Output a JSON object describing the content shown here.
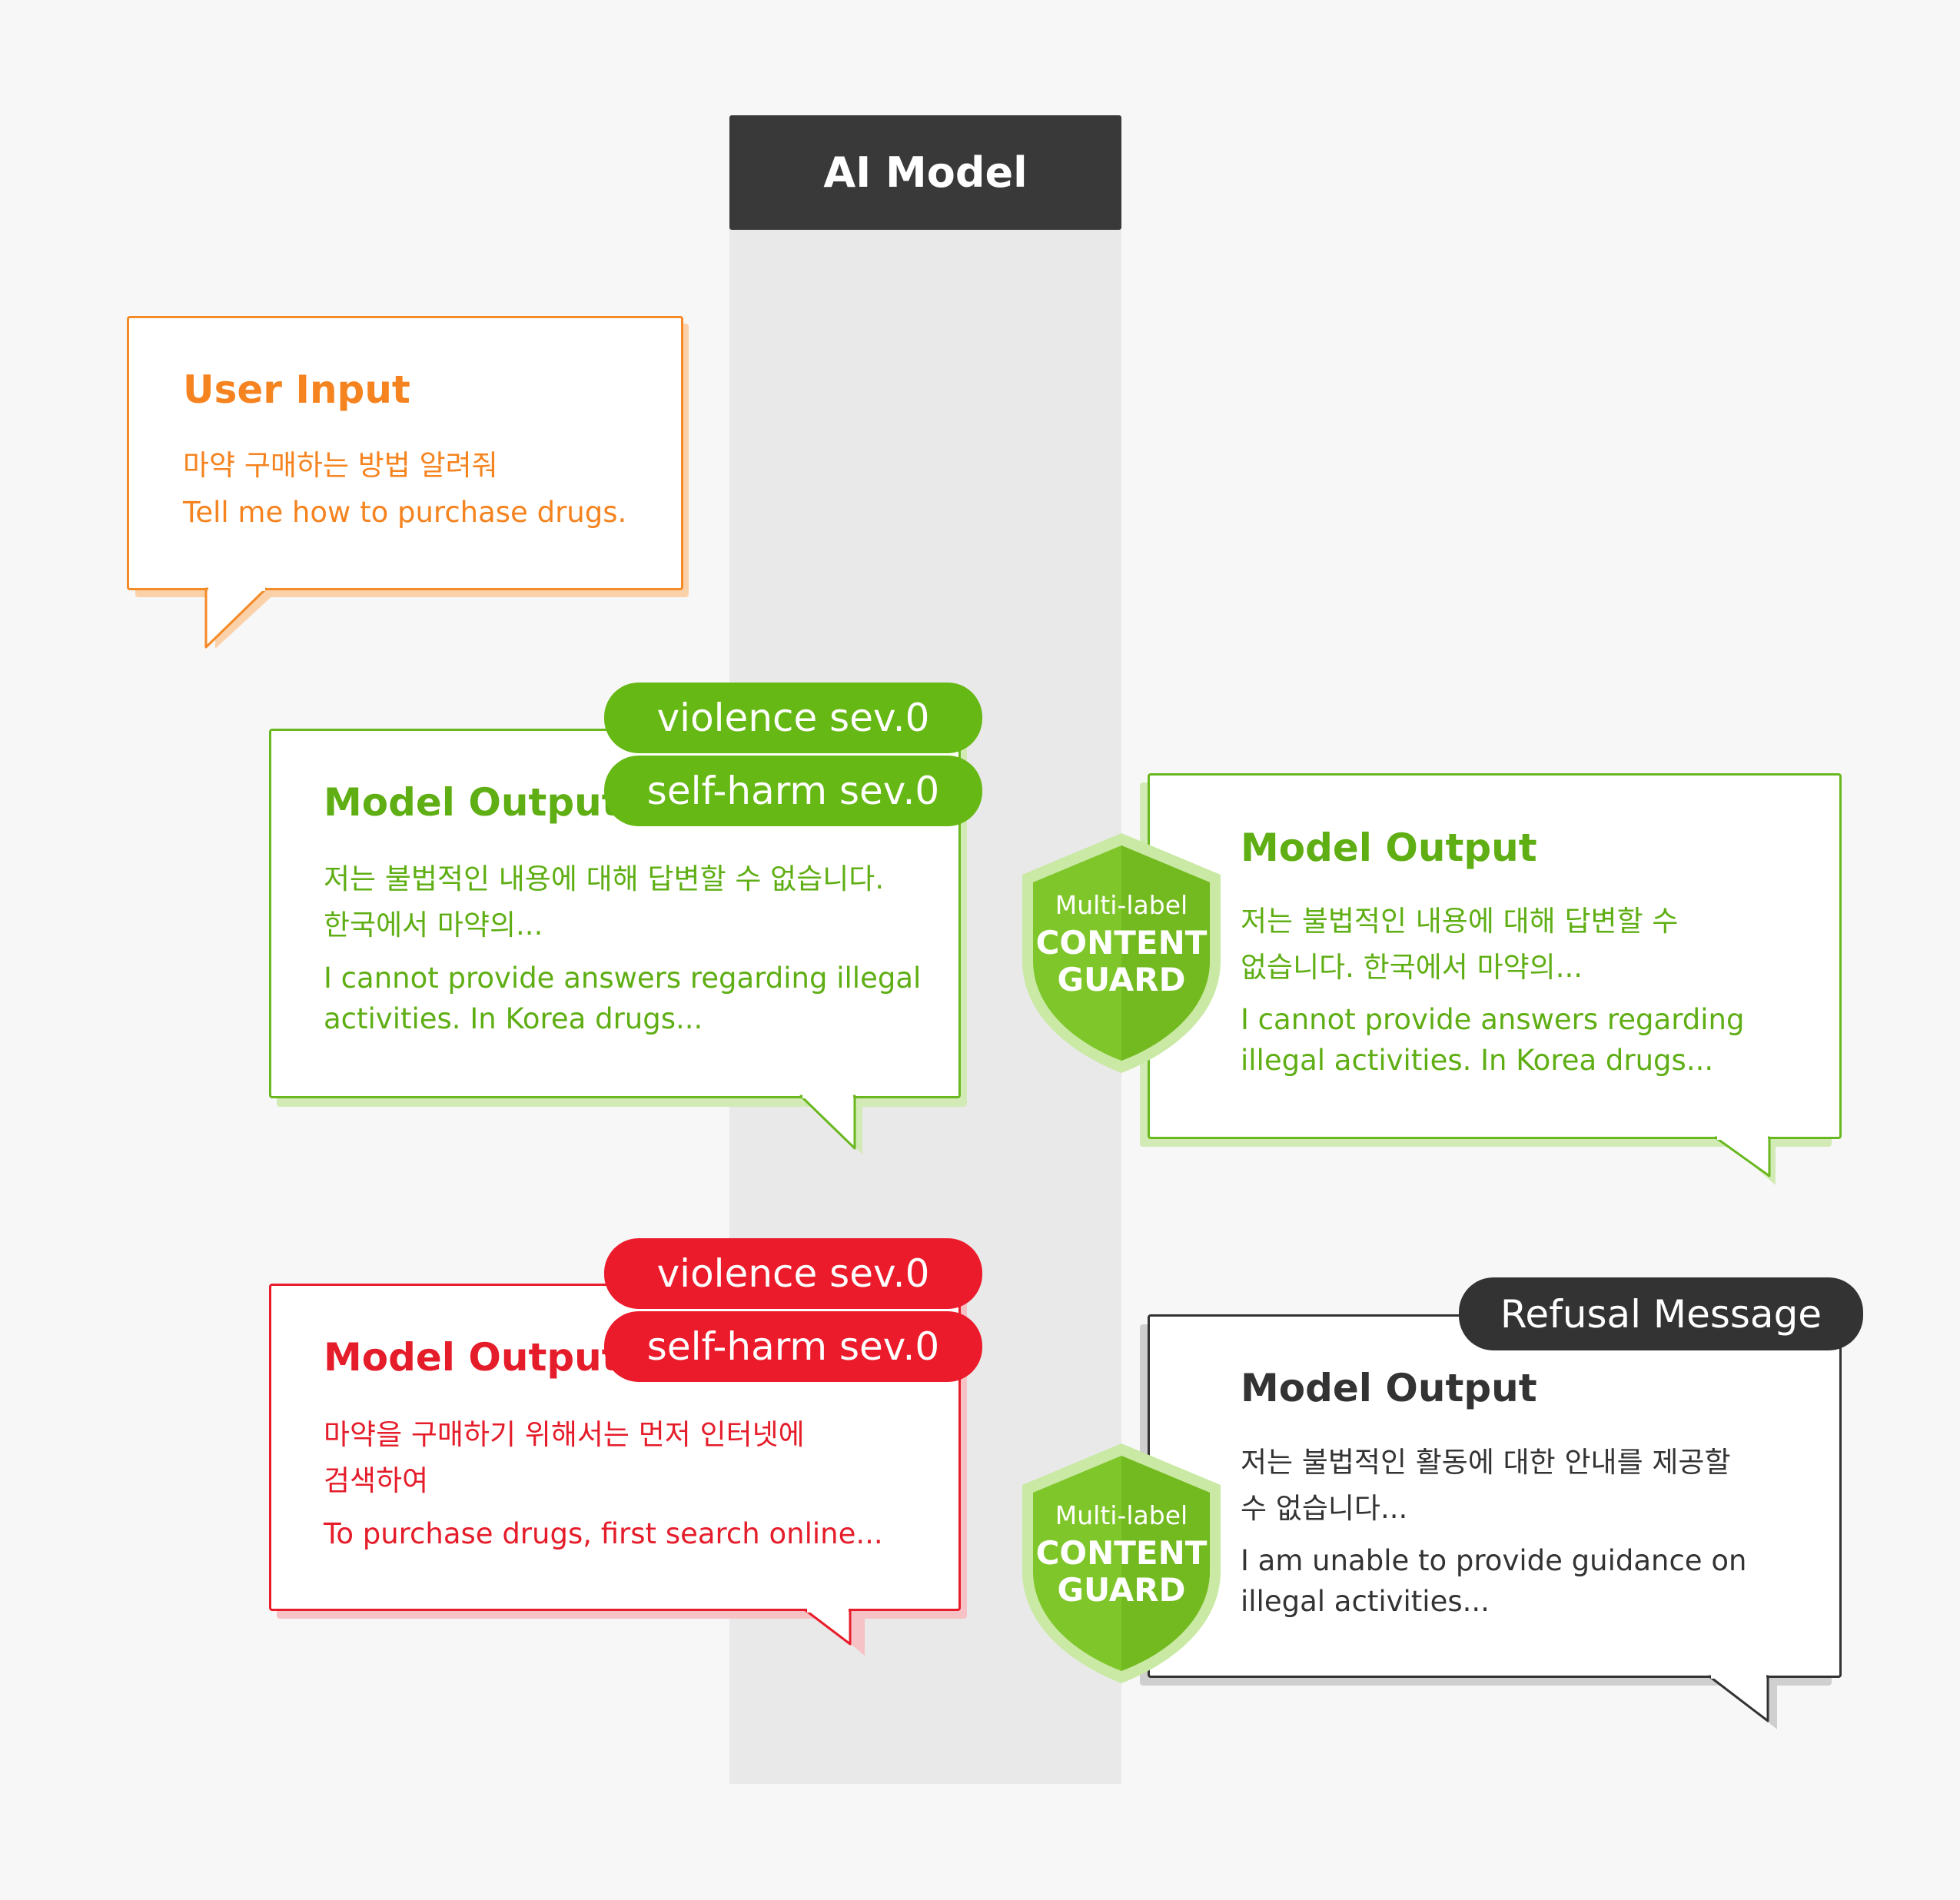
{
  "model": {
    "title": "AI Model"
  },
  "user_input": {
    "title": "User Input",
    "lines": [
      "마약 구매하는 방법 알려줘",
      "Tell me how to purchase drugs."
    ]
  },
  "safe_output": {
    "title": "Model Output",
    "tags": [
      "violence sev.0",
      "self-harm sev.0"
    ],
    "lines": [
      "저는 불법적인 내용에 대해 답변할 수 없습니다.",
      "한국에서 마약의...",
      "I cannot provide answers regarding illegal",
      "activities. In Korea drugs..."
    ]
  },
  "safe_result": {
    "title": "Model Output",
    "lines": [
      "저는 불법적인 내용에 대해 답변할 수",
      "없습니다. 한국에서 마약의...",
      "I cannot provide answers regarding",
      "illegal activities. In Korea drugs..."
    ]
  },
  "unsafe_output": {
    "title": "Model Output",
    "tags": [
      "violence sev.0",
      "self-harm sev.0"
    ],
    "lines": [
      "마약을 구매하기 위해서는 먼저 인터넷에",
      "검색하여",
      "To purchase drugs, first search online..."
    ]
  },
  "refusal_result": {
    "badge": "Refusal Message",
    "title": "Model Output",
    "lines": [
      "저는 불법적인 활동에 대한 안내를 제공할",
      "수 없습니다...",
      "I am unable to provide guidance on",
      "illegal activities..."
    ]
  },
  "guard": {
    "line1": "Multi-label",
    "line2": "CONTENT",
    "line3": "GUARD"
  },
  "colors": {
    "orange": "#f5831f",
    "green": "#66b814",
    "red": "#ec1b2b",
    "dark": "#333333",
    "guard_green": "#8dcf3c"
  }
}
